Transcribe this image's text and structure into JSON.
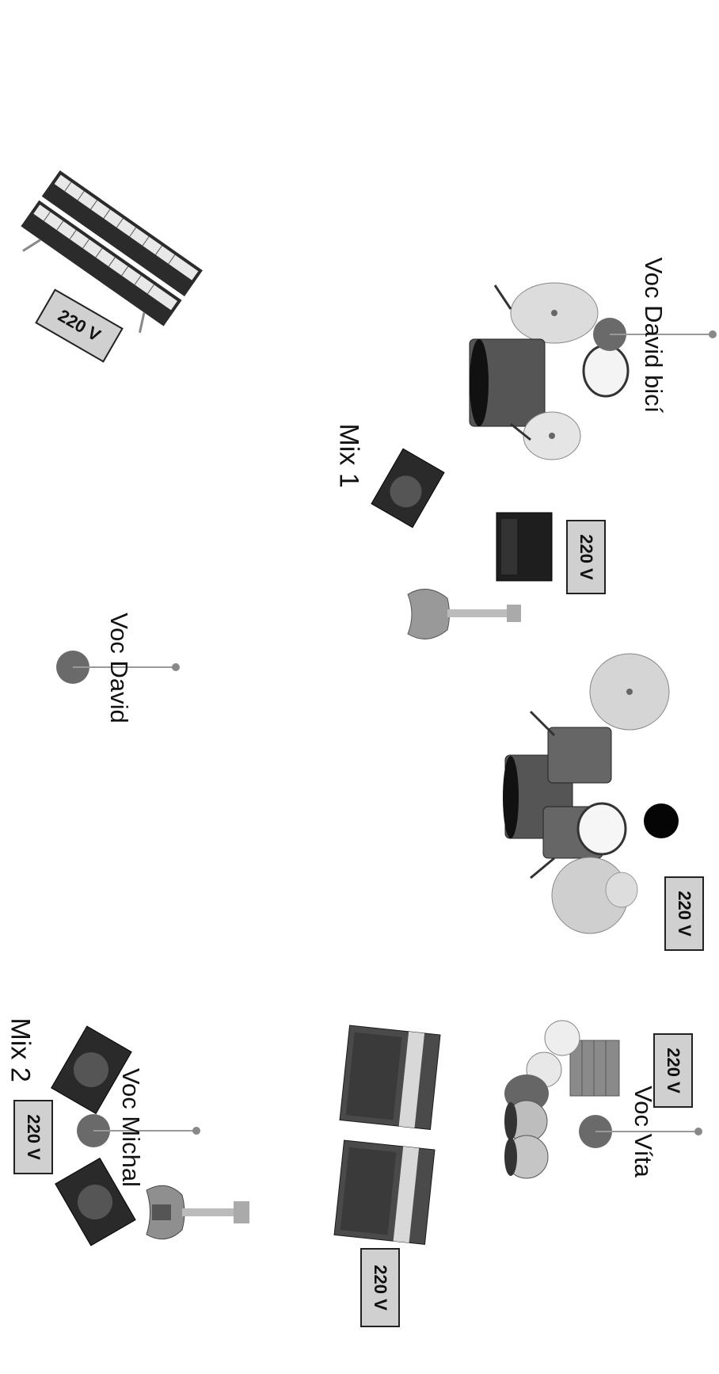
{
  "diagram": {
    "labels": {
      "voc_david_bici": "Voc David bicí",
      "voc_david": "Voc David",
      "voc_vita": "Voc Víta",
      "voc_michal": "Voc Michal",
      "mix1": "Mix 1",
      "mix2": "Mix 2"
    },
    "power": {
      "keyboard": "220 V",
      "guitar_amp": "220 V",
      "drums": "220 V",
      "percussion": "220 V",
      "bass_amps": "220 V",
      "mix2": "220 V"
    }
  }
}
